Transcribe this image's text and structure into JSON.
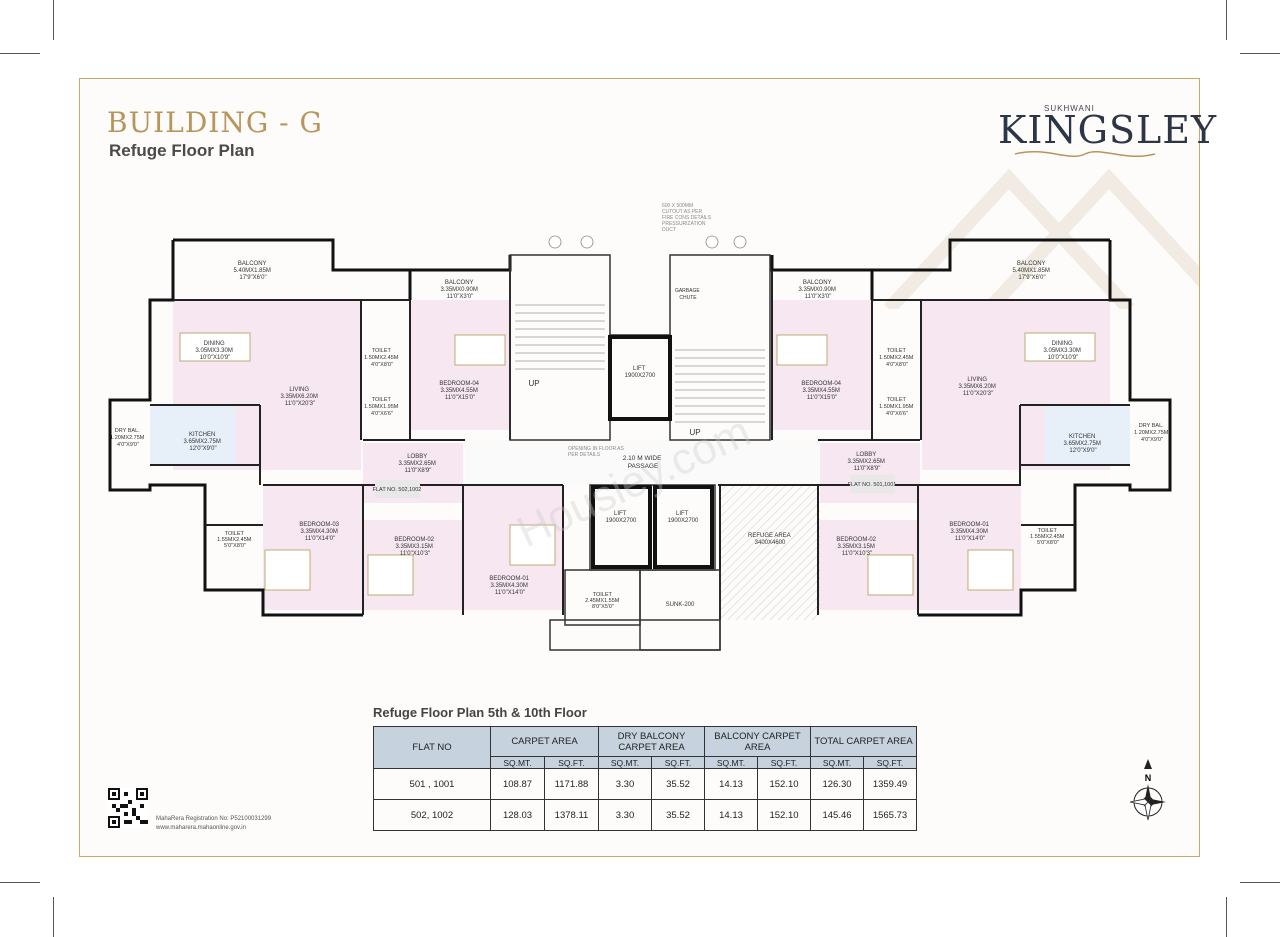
{
  "header": {
    "building_title": "BUILDING - G",
    "subtitle": "Refuge Floor Plan",
    "brand_top": "SUKHWANI",
    "brand_name": "KINGSLEY"
  },
  "plan": {
    "left": {
      "balcony_big": [
        "BALCONY",
        "5.40MX1.85M",
        "17'9\"X6'0\""
      ],
      "balcony_small": [
        "BALCONY",
        "3.35MX0.90M",
        "11'0\"X3'0\""
      ],
      "dining": [
        "DINING",
        "3.05MX3.30M",
        "10'0\"X10'9\""
      ],
      "living": [
        "LIVING",
        "3.35MX6.20M",
        "11'0\"X20'3\""
      ],
      "toilet_a": [
        "TOILET",
        "1.50MX2.45M",
        "4'0\"X8'0\""
      ],
      "toilet_b": [
        "TOILET",
        "1.50MX1.95M",
        "4'0\"X6'6\""
      ],
      "bedroom_04": [
        "BEDROOM-04",
        "3.35MX4.55M",
        "11'0\"X15'0\""
      ],
      "dry_bal": [
        "DRY BAL.",
        "1.20MX2.75M",
        "4'0\"X9'0\""
      ],
      "kitchen": [
        "KITCHEN",
        "3.65MX2.75M",
        "12'0\"X9'0\""
      ],
      "lobby": [
        "LOBBY",
        "3.35MX2.65M",
        "11'0\"X8'9\""
      ],
      "flat_no": "FLAT NO.\n502,1002",
      "toilet_c": [
        "TOILET",
        "1.55MX2.45M",
        "5'0\"X8'0\""
      ],
      "bedroom_03": [
        "BEDROOM-03",
        "3.35MX4.30M",
        "11'0\"X14'0\""
      ],
      "bedroom_02": [
        "BEDROOM-02",
        "3.35MX3.15M",
        "11'0\"X10'3\""
      ],
      "bedroom_01": [
        "BEDROOM-01",
        "3.35MX4.30M",
        "11'0\"X14'0\""
      ]
    },
    "right": {
      "balcony_big": [
        "BALCONY",
        "5.40MX1.85M",
        "17'9\"X6'0\""
      ],
      "balcony_small": [
        "BALCONY",
        "3.35MX0.90M",
        "11'0\"X3'0\""
      ],
      "dining": [
        "DINING",
        "3.05MX3.30M",
        "10'0\"X10'9\""
      ],
      "living": [
        "LIVING",
        "3.35MX6.20M",
        "11'0\"X20'3\""
      ],
      "toilet_a": [
        "TOILET",
        "1.50MX2.45M",
        "4'0\"X8'0\""
      ],
      "toilet_b": [
        "TOILET",
        "1.50MX1.95M",
        "4'0\"X6'6\""
      ],
      "bedroom_04": [
        "BEDROOM-04",
        "3.35MX4.55M",
        "11'0\"X15'0\""
      ],
      "dry_bal": [
        "DRY BAL.",
        "1.20MX2.75M",
        "4'0\"X9'0\""
      ],
      "kitchen": [
        "KITCHEN",
        "3.65MX2.75M",
        "12'0\"X9'0\""
      ],
      "lobby": [
        "LOBBY",
        "3.35MX2.65M",
        "11'0\"X8'9\""
      ],
      "flat_no": "FLAT NO.\n501,1001",
      "toilet_c": [
        "TOILET",
        "1.55MX2.45M",
        "5'0\"X8'0\""
      ],
      "bedroom_01": [
        "BEDROOM-01",
        "3.35MX4.30M",
        "11'0\"X14'0\""
      ],
      "bedroom_02": [
        "BEDROOM-02",
        "3.35MX3.15M",
        "11'0\"X10'3\""
      ]
    },
    "core": {
      "lift_top": [
        "LIFT",
        "1900X2700"
      ],
      "lift_a": [
        "LIFT",
        "1900X2700"
      ],
      "lift_b": [
        "LIFT",
        "1900X2700"
      ],
      "passage": [
        "2.10 M WIDE",
        "PASSAGE"
      ],
      "refuge": [
        "REFUGE AREA",
        "3400X4600"
      ],
      "garbage": [
        "GARBAGE",
        "CHUTE"
      ],
      "sunk": "SUNK-200",
      "toilet_core": [
        "TOILET",
        "2.45MX1.55M",
        "8'0\"X5'0\""
      ],
      "up_left": "UP",
      "up_right": "UP",
      "duct_note": [
        "600 X 500MM",
        "CUTOUT AS PER",
        "FIRE CONS DETAILS",
        "PRESSURIZATION",
        "DUCT"
      ],
      "opening_note": [
        "OPENING IN FLOOR AS",
        "PER DETAILS"
      ]
    },
    "watermark": "Housiey.com"
  },
  "table": {
    "title": "Refuge Floor Plan 5th & 10th Floor",
    "headers": [
      "FLAT NO",
      "CARPET AREA",
      "DRY BALCONY CARPET AREA",
      "BALCONY CARPET AREA",
      "TOTAL CARPET AREA"
    ],
    "units": [
      "SQ.MT.",
      "SQ.FT.",
      "SQ.MT.",
      "SQ.FT.",
      "SQ.MT.",
      "SQ.FT.",
      "SQ.MT.",
      "SQ.FT."
    ],
    "rows": [
      {
        "flat": "501 , 1001",
        "cells": [
          "108.87",
          "1171.88",
          "3.30",
          "35.52",
          "14.13",
          "152.10",
          "126.30",
          "1359.49"
        ]
      },
      {
        "flat": "502, 1002",
        "cells": [
          "128.03",
          "1378.11",
          "3.30",
          "35.52",
          "14.13",
          "152.10",
          "145.46",
          "1565.73"
        ]
      }
    ]
  },
  "footer": {
    "rera_line1": "MahaRera Registration No: P52100031299",
    "rera_line2": "www.maharera.mahaonline.gov.in",
    "north": "N"
  },
  "colors": {
    "gold": "#b8955a",
    "navy": "#2c3646",
    "room_pink": "#f6e7f1",
    "table_header": "#c6d3df"
  }
}
